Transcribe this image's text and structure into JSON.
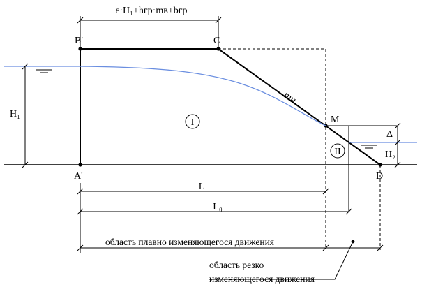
{
  "labels": {
    "top_dimension": "ε·H₁+hгр·mв+bгр",
    "b_prime": "B'",
    "c": "C",
    "a_prime": "A'",
    "d": "D",
    "m": "M",
    "m_n": "mн",
    "h1": "H₁",
    "h2": "H₂",
    "delta": "Δ",
    "zone_1": "I",
    "zone_2": "II",
    "l": "L",
    "l0": "L₀",
    "region_gradual": "область плавно изменяющегося движения",
    "region_sharp_line1": "область резко",
    "region_sharp_line2": "изменяющегося движения"
  },
  "colors": {
    "line": "#000000",
    "water": "#6a8ee0",
    "background": "#ffffff"
  }
}
